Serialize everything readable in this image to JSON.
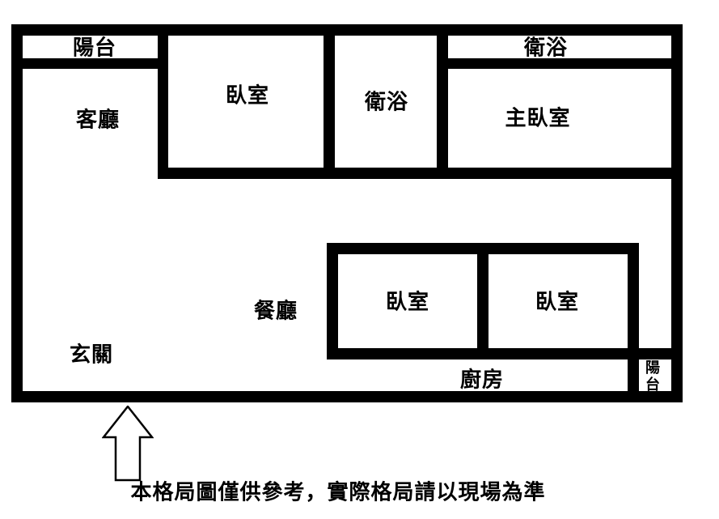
{
  "diagram": {
    "type": "floor-plan",
    "rooms": [
      {
        "id": "balcony-top-left",
        "label": "陽台"
      },
      {
        "id": "living-room",
        "label": "客廳"
      },
      {
        "id": "bedroom-top",
        "label": "臥室"
      },
      {
        "id": "bathroom-middle",
        "label": "衛浴"
      },
      {
        "id": "bathroom-top-right",
        "label": "衛浴"
      },
      {
        "id": "master-bedroom",
        "label": "主臥室"
      },
      {
        "id": "dining-room",
        "label": "餐廳"
      },
      {
        "id": "bedroom-bottom-left",
        "label": "臥室"
      },
      {
        "id": "bedroom-bottom-right",
        "label": "臥室"
      },
      {
        "id": "entryway",
        "label": "玄關"
      },
      {
        "id": "kitchen",
        "label": "廚房"
      },
      {
        "id": "balcony-bottom-right",
        "label": "陽台"
      }
    ],
    "note": "本格局圖僅供參考，實際格局請以現場為準",
    "colors": {
      "wall": "#000000",
      "background": "#ffffff"
    }
  }
}
